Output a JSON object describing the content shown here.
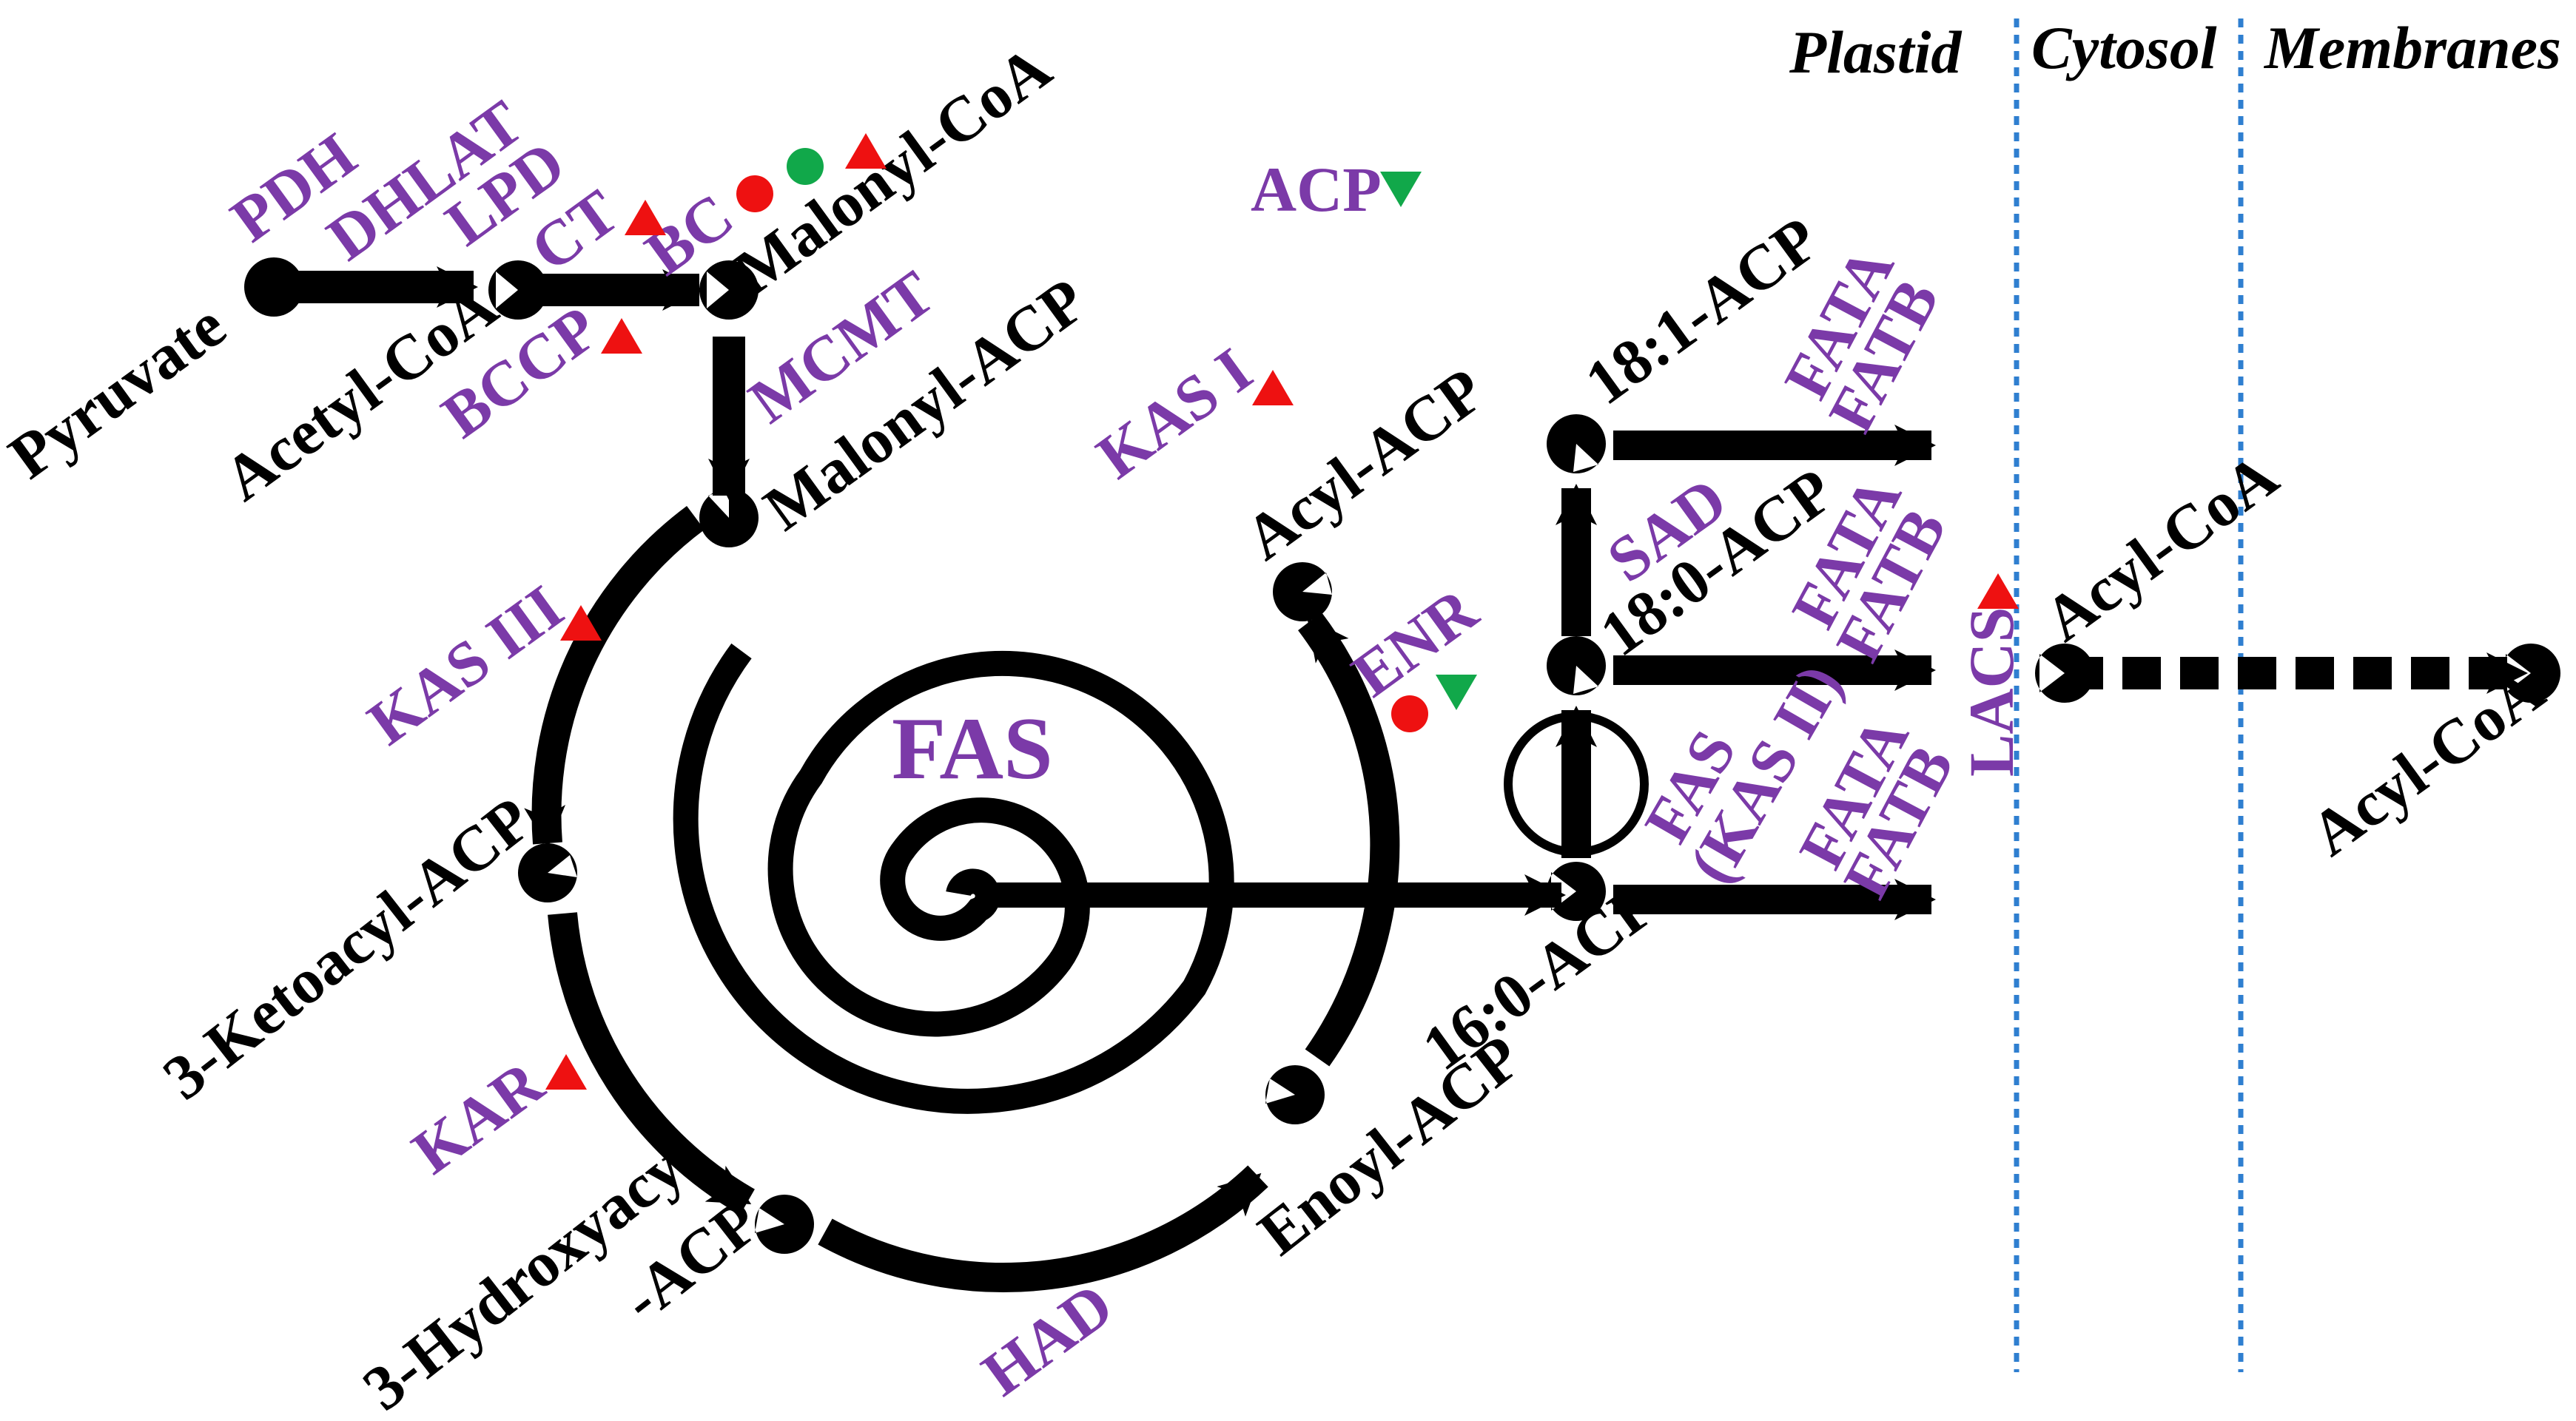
{
  "colors": {
    "enzyme": "#7b3aa8",
    "metabolite": "#000000",
    "up_marker": "#ee1111",
    "down_marker": "#11a84a",
    "red_dot": "#ee1111",
    "green_dot": "#11a84a",
    "divider": "#2f7fd0"
  },
  "compartments": {
    "plastid": "Plastid",
    "cytosol": "Cytosol",
    "membranes": "Membranes"
  },
  "metabolites": {
    "pyruvate": "Pyruvate",
    "acetyl_coa": "Acetyl-CoA",
    "malonyl_coa": "Malonyl-CoA",
    "malonyl_acp": "Malonyl-ACP",
    "acyl_acp": "Acyl-ACP",
    "ketoacyl_acp": "3-Ketoacyl-ACP",
    "hydroxyacyl_line1": "3-Hydroxyacyl",
    "hydroxyacyl_line2": "-ACP",
    "enoyl_acp": "Enoyl-ACP",
    "c16_acp": "16:0-ACP",
    "c18_0_acp": "18:0-ACP",
    "c18_1_acp": "18:1-ACP",
    "acyl_coa_cytosol": "Acyl-CoA",
    "acyl_coa_membrane": "Acyl-CoA"
  },
  "enzymes": {
    "pdh": "PDH",
    "dhlat": "DHLAT",
    "lpd": "LPD",
    "ct": "CT",
    "bc": "BC",
    "bccp": "BCCP",
    "mcmt": "MCMT",
    "acp": "ACP",
    "kas1": "KAS I",
    "kas3": "KAS III",
    "enr": "ENR",
    "kar": "KAR",
    "had": "HAD",
    "sad": "SAD",
    "fas_kas2_line1": "FAS",
    "fas_kas2_line2": "(KAS II)",
    "fata_1": "FATA",
    "fatb_1": "FATB",
    "fata_2": "FATA",
    "fatb_2": "FATB",
    "fata_3": "FATA",
    "fatb_3": "FATB",
    "lacs": "LACS",
    "fas_center": "FAS"
  },
  "markers": {
    "ct": "up-triangle",
    "bccp": "up-triangle",
    "bc": [
      "red-dot",
      "green-dot",
      "up-triangle"
    ],
    "acp": "down-triangle",
    "kas1": "up-triangle",
    "kas3": "up-triangle",
    "enr": [
      "red-dot",
      "down-triangle"
    ],
    "kar": "up-triangle",
    "lacs": "up-triangle"
  }
}
